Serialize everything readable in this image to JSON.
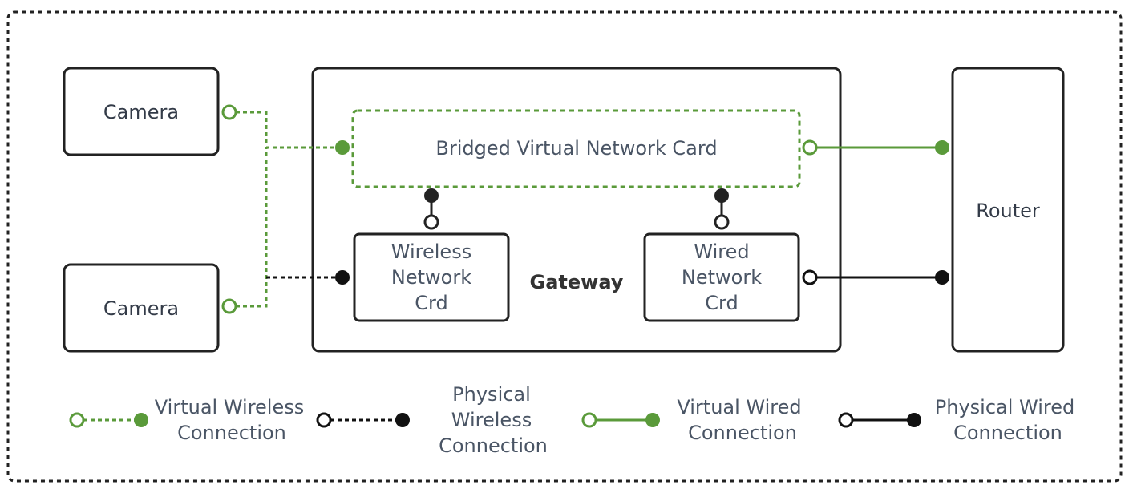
{
  "nodes": {
    "camera_top": "Camera",
    "camera_bottom": "Camera",
    "router": "Router",
    "gateway": "Gateway",
    "bridged_card": "Bridged Virtual Network Card",
    "wireless_card": [
      "Wireless",
      "Network",
      "Crd"
    ],
    "wired_card": [
      "Wired",
      "Network",
      "Crd"
    ]
  },
  "legend": {
    "virtual_wireless": [
      "Virtual Wireless",
      "Connection"
    ],
    "physical_wireless": [
      "Physical",
      "Wireless",
      "Connection"
    ],
    "virtual_wired": [
      "Virtual Wired",
      "Connection"
    ],
    "physical_wired": [
      "Physical Wired",
      "Connection"
    ]
  },
  "colors": {
    "green": "#5a9a3a",
    "black": "#111111",
    "box_border": "#222222",
    "text": "#4a5565"
  }
}
